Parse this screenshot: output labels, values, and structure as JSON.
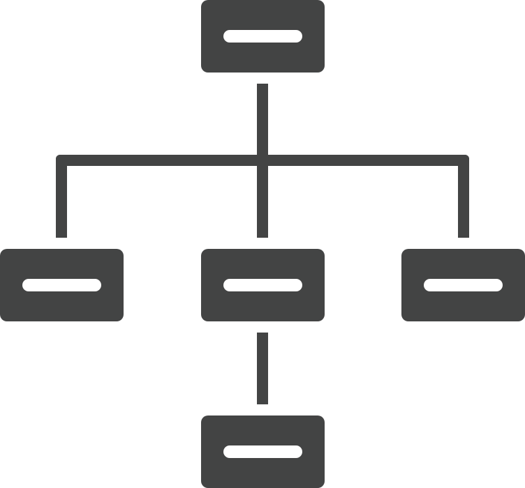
{
  "diagram": {
    "type": "org-hierarchy",
    "colors": {
      "node": "#434444",
      "connector": "#434444",
      "node_bar": "#ffffff",
      "background": "#ffffff"
    },
    "nodes": [
      {
        "id": "root",
        "level": 0,
        "label": ""
      },
      {
        "id": "left",
        "level": 1,
        "label": ""
      },
      {
        "id": "center",
        "level": 1,
        "label": ""
      },
      {
        "id": "right",
        "level": 1,
        "label": ""
      },
      {
        "id": "bottom",
        "level": 2,
        "label": ""
      }
    ],
    "edges": [
      {
        "from": "root",
        "to": "left"
      },
      {
        "from": "root",
        "to": "center"
      },
      {
        "from": "root",
        "to": "right"
      },
      {
        "from": "center",
        "to": "bottom"
      }
    ]
  }
}
